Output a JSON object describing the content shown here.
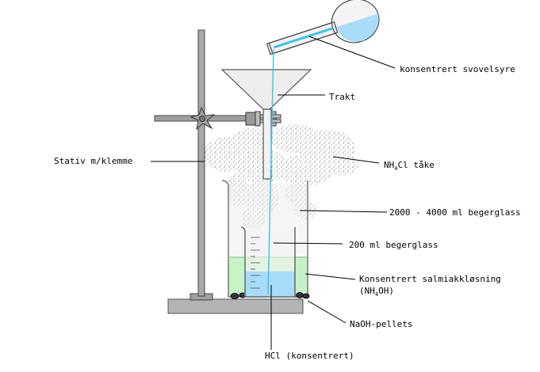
{
  "diagram": {
    "labels": {
      "sulfuric_acid": "konsentrert svovelsyre",
      "funnel": "Trakt",
      "stand": "Stativ m/klemme",
      "nh4cl_fog": {
        "pre": "NH",
        "sub": "4",
        "post": "Cl tåke"
      },
      "large_beaker": "2000 - 4000 ml begerglass",
      "small_beaker": "200 ml begerglass",
      "salmiak_solution": "Konsentrert salmiakkløsning",
      "salmiak_formula": {
        "pre": "(NH",
        "sub": "4",
        "post": "OH)"
      },
      "naoh_pellets": "NaOH-pellets",
      "hcl": "HCl (konsentrert)"
    },
    "colors": {
      "liquid_green": "#c8f2c8",
      "liquid_blue": "#a8dcf8",
      "acid_stream": "#40c0e8",
      "glass_fill": "#eeeeee",
      "stand_gray": "#a0a0a0",
      "fog_gray": "#c4c4c4"
    }
  }
}
